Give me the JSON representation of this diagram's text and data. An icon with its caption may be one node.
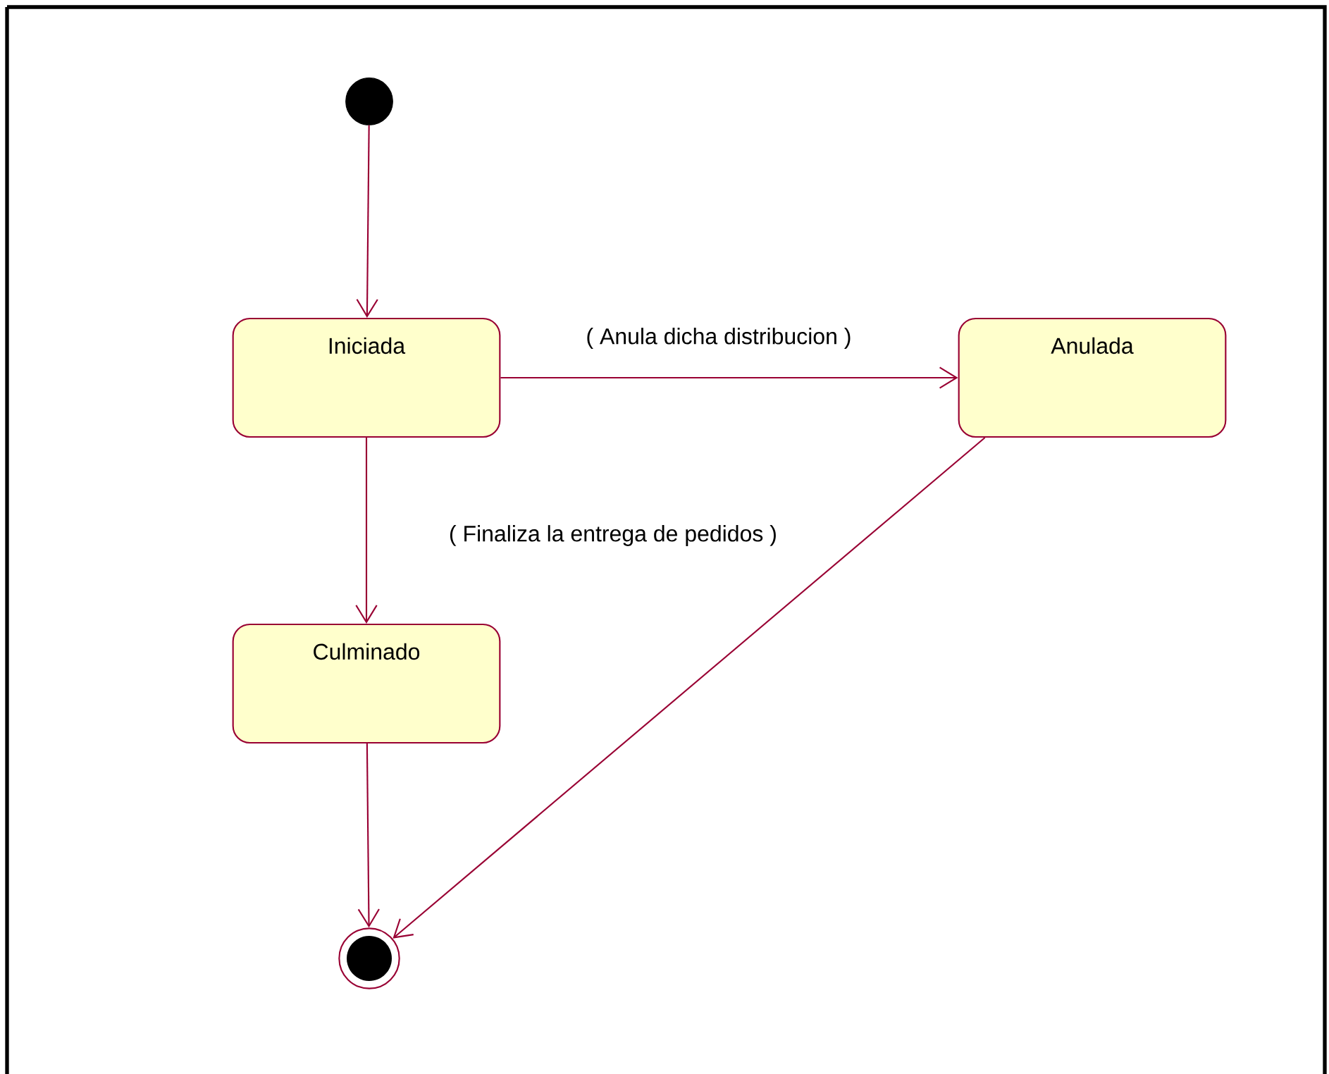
{
  "diagram": {
    "nodes": [
      {
        "text": [],
        "shape": "circle"
      },
      {
        "text": [
          "Iniciada"
        ]
      },
      {
        "text": [
          "Anulada"
        ]
      },
      {
        "text": [
          "Culminado"
        ]
      },
      {
        "text": [],
        "shape": "bullseye"
      }
    ],
    "edges": [
      {
        "from": 0,
        "to": 1,
        "arrow": "to"
      },
      {
        "from": 1,
        "to": 2,
        "arrow": "to",
        "label": "( Anula dicha distribucion )"
      },
      {
        "from": 1,
        "to": 3,
        "arrow": "to",
        "label": "( Finaliza la entrega de pedidos )"
      },
      {
        "from": 3,
        "to": 4,
        "arrow": "to"
      },
      {
        "from": 2,
        "to": 4,
        "arrow": "to"
      }
    ]
  }
}
